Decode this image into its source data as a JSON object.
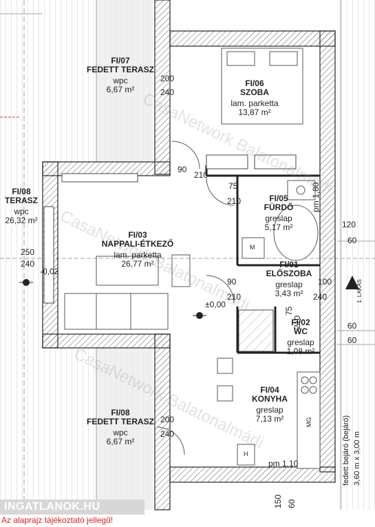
{
  "rooms": {
    "r07": {
      "id": "FI/07",
      "name": "FEDETT TERASZ",
      "material": "wpc",
      "area": "6,67 m²"
    },
    "r06": {
      "id": "FI/06",
      "name": "SZOBA",
      "material": "lam. parketta",
      "area": "13,87 m²"
    },
    "r08a": {
      "id": "FI/08",
      "name": "TERASZ",
      "material": "wpc",
      "area": "26,32 m²"
    },
    "r05": {
      "id": "FI/05",
      "name": "FÜRDŐ",
      "material": "greslap",
      "area": "5,17 m²"
    },
    "r03": {
      "id": "FI/03",
      "name": "NAPPALI-ÉTKEZŐ",
      "material": "lam. parketta",
      "area": "26,77 m²"
    },
    "r01": {
      "id": "FI/01",
      "name": "ELŐSZOBA",
      "material": "greslap",
      "area": "3,43 m²"
    },
    "r02": {
      "id": "FI/02",
      "name": "WC",
      "material": "greslap",
      "area": "1,08 m²"
    },
    "r04": {
      "id": "FI/04",
      "name": "KONYHA",
      "material": "greslap",
      "area": "7,13 m²"
    },
    "r08b": {
      "id": "FI/08",
      "name": "FEDETT TERASZ",
      "material": "wpc",
      "area": "6,67 m²"
    }
  },
  "dims": {
    "d200a": "200",
    "d240a": "240",
    "d90a": "90",
    "d210a": "210",
    "d75": "75",
    "d210b": "210",
    "d250": "250",
    "d240b": "240",
    "dm002": "-0,02",
    "d120": "120",
    "d60a": "60",
    "pm180": "pm 1,80",
    "d90b": "90",
    "d210c": "210",
    "d100": "100",
    "d240c": "240",
    "pm000": "±0,00",
    "d60b": "60",
    "d60c": "60",
    "d200b": "200",
    "d240d": "240",
    "pm110": "pm 1,10",
    "d150": "150",
    "d60d": "60",
    "d75b": "75",
    "d210d": "210",
    "m": "M",
    "h": "H",
    "mg": "MG",
    "lakas": "1. LAKÁS"
  },
  "entry": {
    "line1": "fedett bejáró (bejáró)",
    "line2": "3,60 m x 3,00 m"
  },
  "watermark": "CasaNetwork Balatonalmádi",
  "brand": "INGATLANOK.HU",
  "disclaimer": "Az alaprajz tájékoztató jellegű!"
}
